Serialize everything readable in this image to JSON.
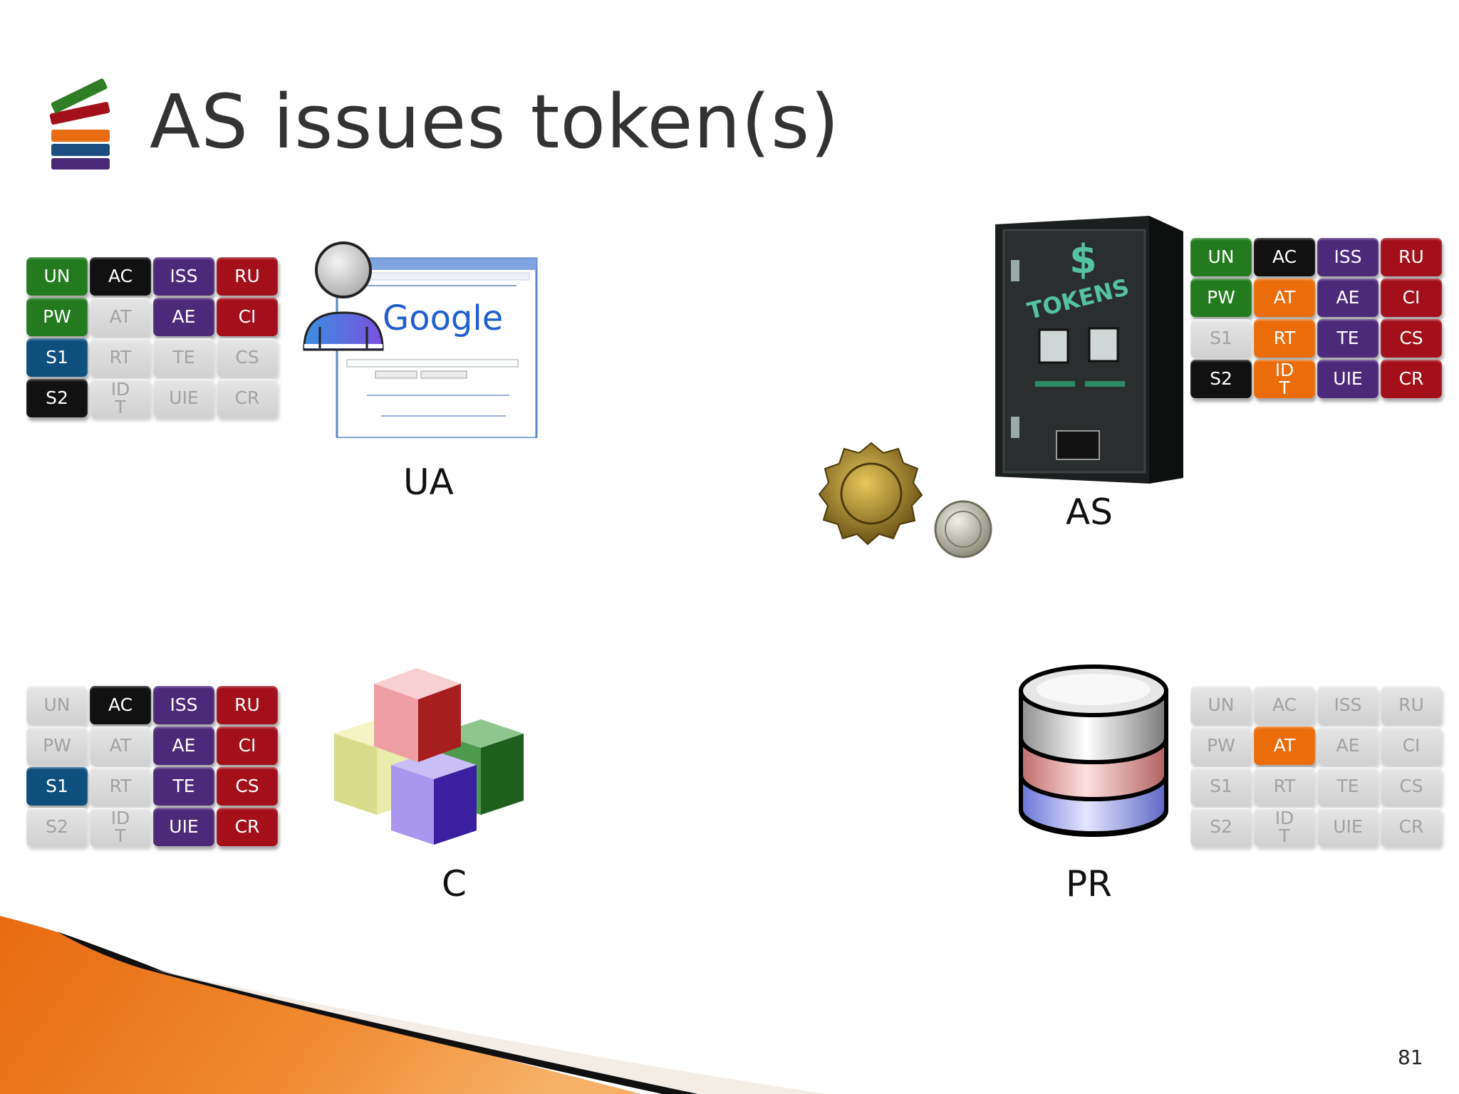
{
  "slide": {
    "title": "AS issues token(s)",
    "page_number": "81"
  },
  "colors": {
    "UN": "#237a1f",
    "PW": "#237a1f",
    "AC": "#111111",
    "S2": "#111111",
    "ISS": "#4c2a7a",
    "AE": "#4c2a7a",
    "TE": "#4c2a7a",
    "UIE": "#4c2a7a",
    "RU": "#a3101a",
    "CI": "#a3101a",
    "CS": "#a3101a",
    "CR": "#a3101a",
    "S1": "#0f4f7e",
    "AT": "#ea6c0a",
    "RT": "#ea6c0a",
    "IDT": "#ea6c0a",
    "inactive": "#dcdcdc"
  },
  "grids": [
    {
      "id": "grid-ua",
      "cells": [
        {
          "key": "UN",
          "text": "UN",
          "active": true
        },
        {
          "key": "AC",
          "text": "AC",
          "active": true
        },
        {
          "key": "ISS",
          "text": "ISS",
          "active": true
        },
        {
          "key": "RU",
          "text": "RU",
          "active": true
        },
        {
          "key": "PW",
          "text": "PW",
          "active": true
        },
        {
          "key": "AT",
          "text": "AT",
          "active": false
        },
        {
          "key": "AE",
          "text": "AE",
          "active": true
        },
        {
          "key": "CI",
          "text": "CI",
          "active": true
        },
        {
          "key": "S1",
          "text": "S1",
          "active": true
        },
        {
          "key": "RT",
          "text": "RT",
          "active": false
        },
        {
          "key": "TE",
          "text": "TE",
          "active": false
        },
        {
          "key": "CS",
          "text": "CS",
          "active": false
        },
        {
          "key": "S2",
          "text": "S2",
          "active": true
        },
        {
          "key": "IDT",
          "text": "ID\nT",
          "active": false
        },
        {
          "key": "UIE",
          "text": "UIE",
          "active": false
        },
        {
          "key": "CR",
          "text": "CR",
          "active": false
        }
      ]
    },
    {
      "id": "grid-as",
      "cells": [
        {
          "key": "UN",
          "text": "UN",
          "active": true
        },
        {
          "key": "AC",
          "text": "AC",
          "active": true
        },
        {
          "key": "ISS",
          "text": "ISS",
          "active": true
        },
        {
          "key": "RU",
          "text": "RU",
          "active": true
        },
        {
          "key": "PW",
          "text": "PW",
          "active": true
        },
        {
          "key": "AT",
          "text": "AT",
          "active": true
        },
        {
          "key": "AE",
          "text": "AE",
          "active": true
        },
        {
          "key": "CI",
          "text": "CI",
          "active": true
        },
        {
          "key": "S1",
          "text": "S1",
          "active": false
        },
        {
          "key": "RT",
          "text": "RT",
          "active": true
        },
        {
          "key": "TE",
          "text": "TE",
          "active": true
        },
        {
          "key": "CS",
          "text": "CS",
          "active": true
        },
        {
          "key": "S2",
          "text": "S2",
          "active": true
        },
        {
          "key": "IDT",
          "text": "ID\nT",
          "active": true
        },
        {
          "key": "UIE",
          "text": "UIE",
          "active": true
        },
        {
          "key": "CR",
          "text": "CR",
          "active": true
        }
      ]
    },
    {
      "id": "grid-c",
      "cells": [
        {
          "key": "UN",
          "text": "UN",
          "active": false
        },
        {
          "key": "AC",
          "text": "AC",
          "active": true
        },
        {
          "key": "ISS",
          "text": "ISS",
          "active": true
        },
        {
          "key": "RU",
          "text": "RU",
          "active": true
        },
        {
          "key": "PW",
          "text": "PW",
          "active": false
        },
        {
          "key": "AT",
          "text": "AT",
          "active": false
        },
        {
          "key": "AE",
          "text": "AE",
          "active": true
        },
        {
          "key": "CI",
          "text": "CI",
          "active": true
        },
        {
          "key": "S1",
          "text": "S1",
          "active": true
        },
        {
          "key": "RT",
          "text": "RT",
          "active": false
        },
        {
          "key": "TE",
          "text": "TE",
          "active": true
        },
        {
          "key": "CS",
          "text": "CS",
          "active": true
        },
        {
          "key": "S2",
          "text": "S2",
          "active": false
        },
        {
          "key": "IDT",
          "text": "ID\nT",
          "active": false
        },
        {
          "key": "UIE",
          "text": "UIE",
          "active": true
        },
        {
          "key": "CR",
          "text": "CR",
          "active": true
        }
      ]
    },
    {
      "id": "grid-pr",
      "cells": [
        {
          "key": "UN",
          "text": "UN",
          "active": false
        },
        {
          "key": "AC",
          "text": "AC",
          "active": false
        },
        {
          "key": "ISS",
          "text": "ISS",
          "active": false
        },
        {
          "key": "RU",
          "text": "RU",
          "active": false
        },
        {
          "key": "PW",
          "text": "PW",
          "active": false
        },
        {
          "key": "AT",
          "text": "AT",
          "active": true
        },
        {
          "key": "AE",
          "text": "AE",
          "active": false
        },
        {
          "key": "CI",
          "text": "CI",
          "active": false
        },
        {
          "key": "S1",
          "text": "S1",
          "active": false
        },
        {
          "key": "RT",
          "text": "RT",
          "active": false
        },
        {
          "key": "TE",
          "text": "TE",
          "active": false
        },
        {
          "key": "CS",
          "text": "CS",
          "active": false
        },
        {
          "key": "S2",
          "text": "S2",
          "active": false
        },
        {
          "key": "IDT",
          "text": "ID\nT",
          "active": false
        },
        {
          "key": "UIE",
          "text": "UIE",
          "active": false
        },
        {
          "key": "CR",
          "text": "CR",
          "active": false
        }
      ]
    }
  ],
  "actors": {
    "ua": {
      "label": "UA",
      "icon": "user-browser-icon"
    },
    "as": {
      "label": "AS",
      "icon": "token-machine-icon"
    },
    "c": {
      "label": "C",
      "icon": "cubes-icon"
    },
    "pr": {
      "label": "PR",
      "icon": "database-icon"
    }
  },
  "browser": {
    "brand": "Google"
  },
  "machine": {
    "dollar": "$",
    "word": "TOKENS"
  }
}
